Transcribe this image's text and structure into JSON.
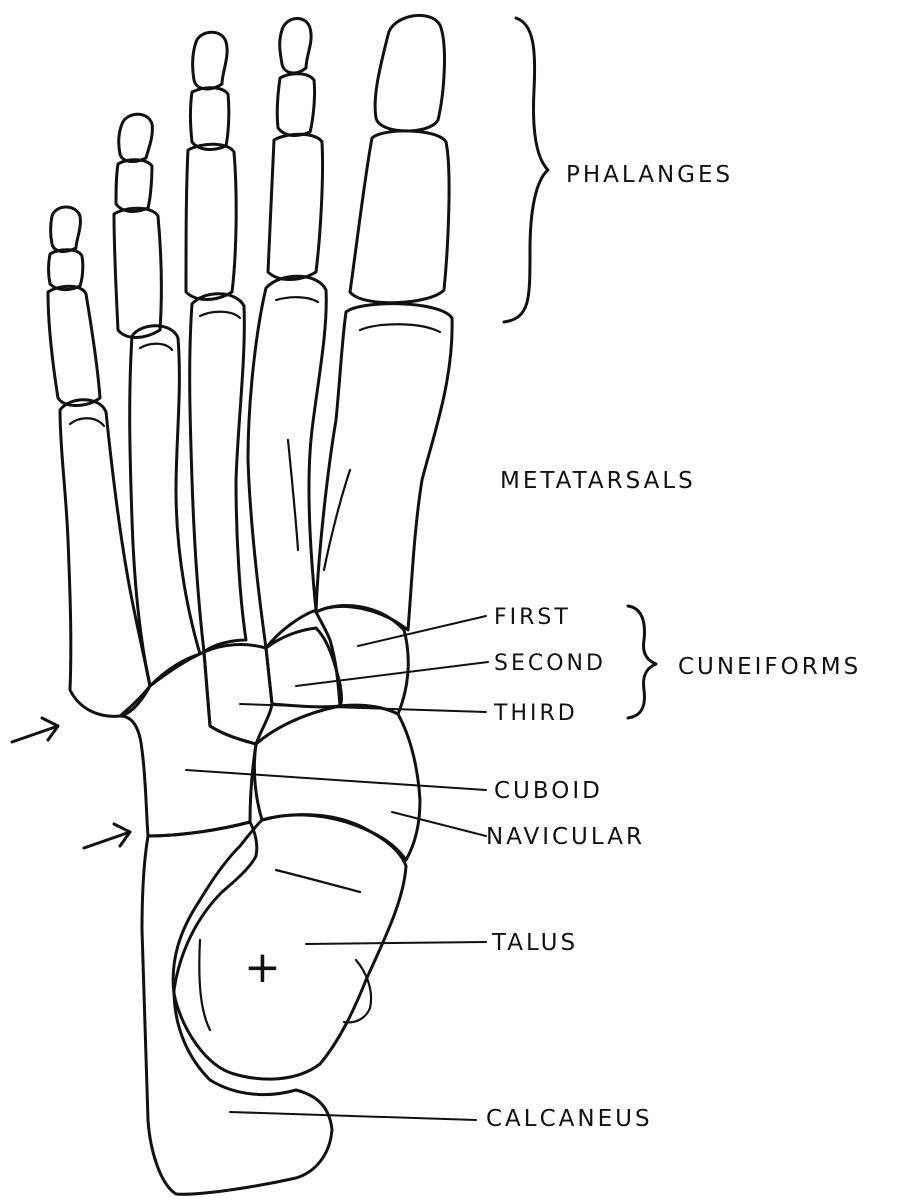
{
  "labels": {
    "phalanges": "PHALANGES",
    "metatarsals": "METATARSALS",
    "first": "FIRST",
    "second": "SECOND",
    "third": "THIRD",
    "cuneiforms": "CUNEIFORMS",
    "cuboid": "CUBOID",
    "navicular": "NAVICULAR",
    "talus": "TALUS",
    "calcaneus": "CALCANEUS"
  },
  "markers": {
    "talus_center": "+"
  },
  "colors": {
    "ink": "#111111",
    "paper": "#ffffff"
  }
}
